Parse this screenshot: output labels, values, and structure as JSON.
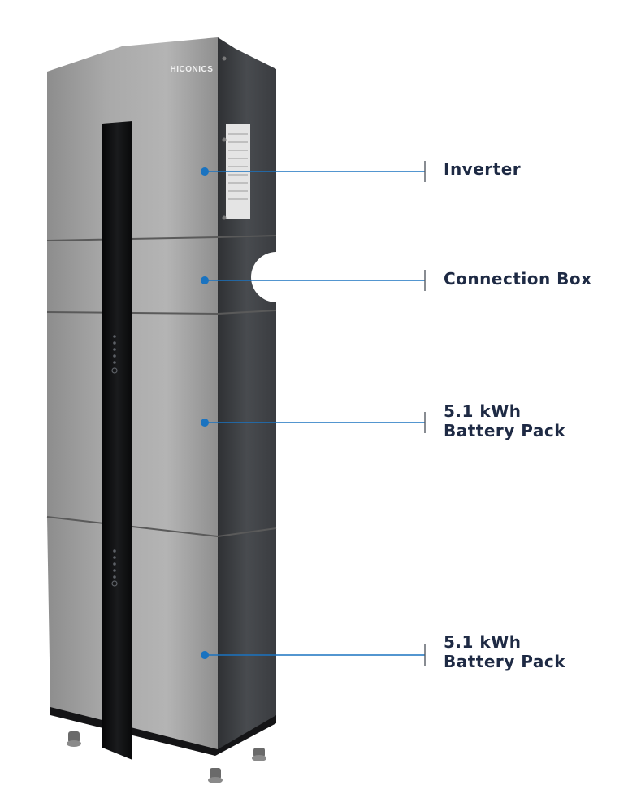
{
  "brand": "HICONICS",
  "colors": {
    "leader_line": "#1a73c0",
    "label_text": "#1e2a44",
    "cabinet_front": "#9c9c9c",
    "cabinet_side": "#3f4246",
    "center_strip": "#0d0d0f"
  },
  "callouts": [
    {
      "id": "inverter",
      "lines": [
        "Inverter"
      ]
    },
    {
      "id": "connection-box",
      "lines": [
        "Connection Box"
      ]
    },
    {
      "id": "battery-pack-1",
      "lines": [
        "5.1 kWh",
        "Battery Pack"
      ]
    },
    {
      "id": "battery-pack-2",
      "lines": [
        "5.1 kWh",
        "Battery Pack"
      ]
    }
  ]
}
